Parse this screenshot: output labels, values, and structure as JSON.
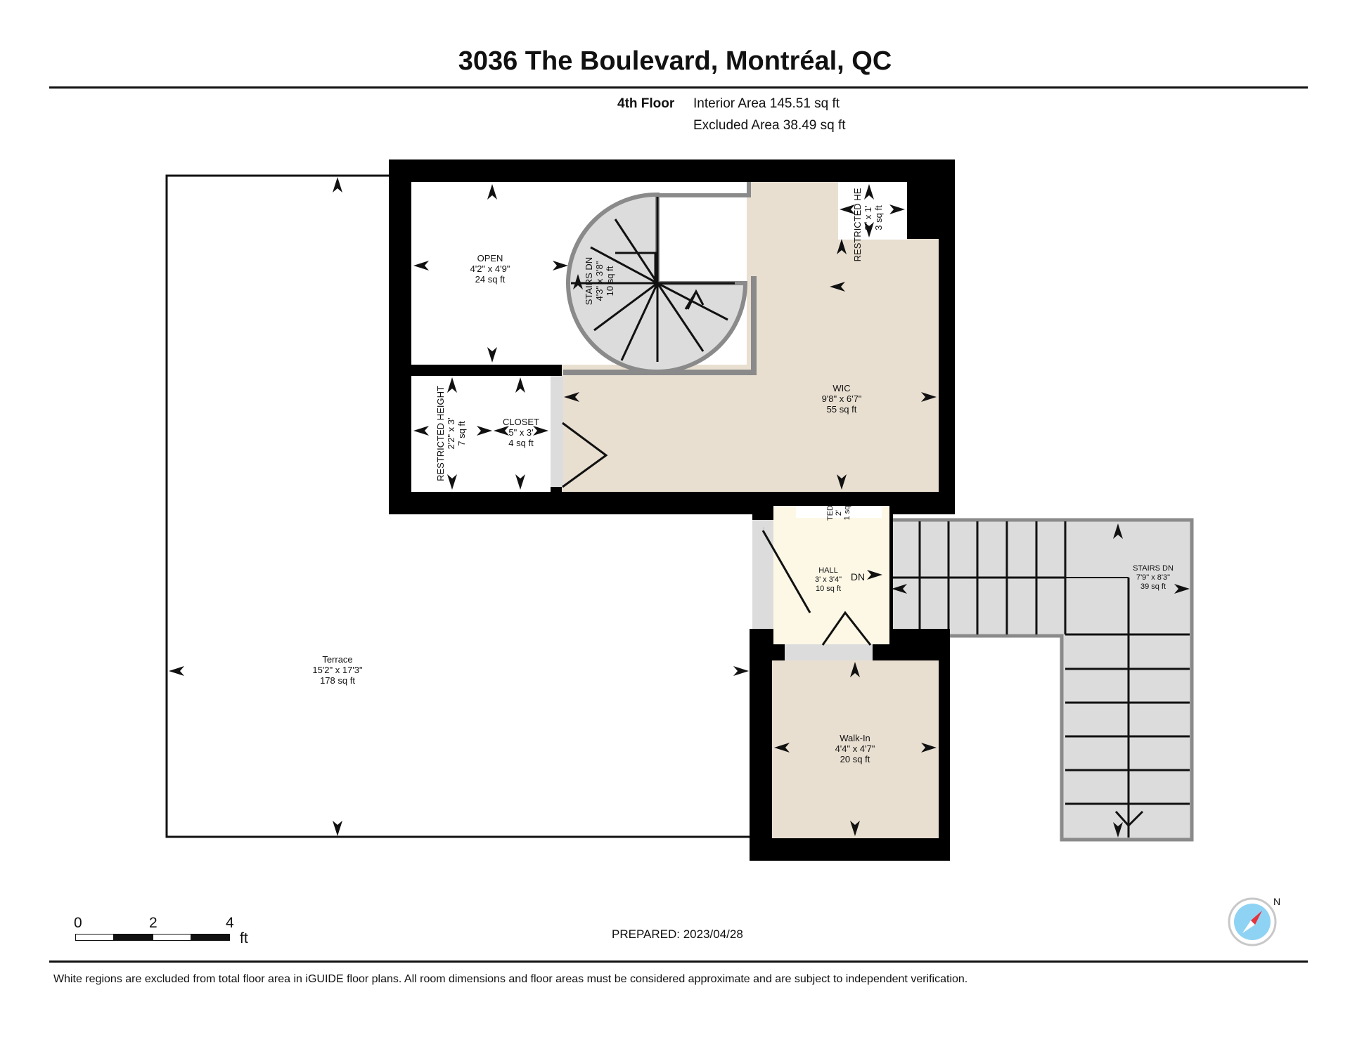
{
  "header": {
    "title": "3036 The Boulevard, Montréal, QC",
    "floor_label": "4th Floor",
    "interior_area": "Interior Area 145.51 sq ft",
    "excluded_area": "Excluded Area 38.49 sq ft"
  },
  "rooms": {
    "open": {
      "name": "OPEN",
      "dims": "4'2\" x 4'9\"",
      "area": "24 sq ft"
    },
    "stairs_spiral": {
      "name": "STAIRS DN",
      "dims": "4'3\" x 3'8\"",
      "area": "10 sq ft"
    },
    "restricted_top": {
      "name": "RESTRICTED HE",
      "dims": "9\" x 1'",
      "area": "3 sq ft"
    },
    "wic": {
      "name": "WIC",
      "dims": "9'8\" x 6'7\"",
      "area": "55 sq ft"
    },
    "restricted_left": {
      "name": "RESTRICTED HEIGHT",
      "dims": "2'2\" x 3'",
      "area": "7 sq ft"
    },
    "closet": {
      "name": "CLOSET",
      "dims": "5\" x 3'",
      "area": "4 sq ft"
    },
    "restricted_hall": {
      "name": "TED",
      "dims": "2'",
      "area": "1 sq"
    },
    "hall": {
      "name": "HALL",
      "dims": "3' x 3'4\"",
      "area": "10 sq ft",
      "dn": "DN"
    },
    "stairs_straight": {
      "name": "STAIRS DN",
      "dims": "7'9\" x 8'3\"",
      "area": "39 sq ft"
    },
    "terrace": {
      "name": "Terrace",
      "dims": "15'2\" x 17'3\"",
      "area": "178 sq ft"
    },
    "walkin": {
      "name": "Walk-In",
      "dims": "4'4\" x 4'7\"",
      "area": "20 sq ft"
    }
  },
  "scale": {
    "n0": "0",
    "n2": "2",
    "n4": "4",
    "unit": "ft"
  },
  "compass_label": "N",
  "prepared": "PREPARED: 2023/04/28",
  "disclaimer": "White regions are excluded from total floor area in iGUIDE floor plans. All room dimensions and floor areas must be considered approximate and are subject to independent verification.",
  "colors": {
    "wall": "#000000",
    "room_beige": "#e8dfd1",
    "hall_yellow": "#fdf8e6",
    "stairs_grey": "#dcdcdc",
    "compass_blue": "#8fd3f4",
    "compass_red": "#e8323c"
  }
}
